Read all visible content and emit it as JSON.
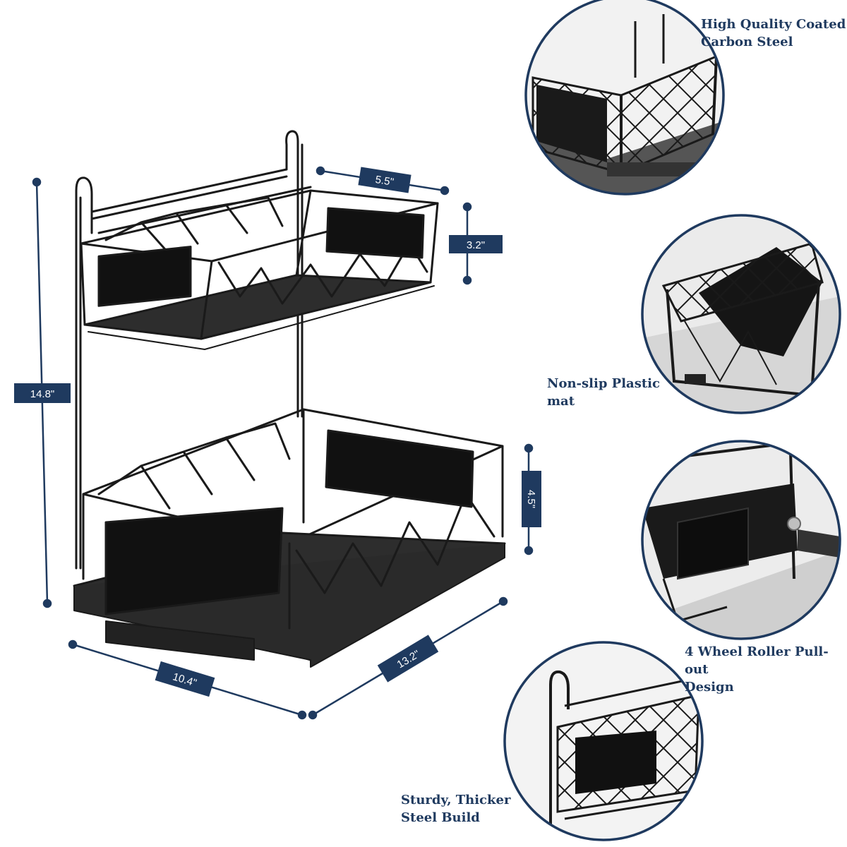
{
  "product": {
    "dimensions": {
      "height": "14.8\"",
      "width": "10.4\"",
      "depth": "13.2\"",
      "top_basket_width": "5.5\"",
      "top_basket_height": "3.2\"",
      "bottom_basket_height": "4.5\""
    },
    "features": [
      {
        "line1": "High Quality Coated",
        "line2": "Carbon Steel",
        "icon": "coated-steel-detail"
      },
      {
        "line1": "Non-slip Plastic",
        "line2": "mat",
        "icon": "plastic-mat-detail"
      },
      {
        "line1": "4 Wheel Roller Pull-out",
        "line2": "Design",
        "icon": "roller-detail"
      },
      {
        "line1": "Sturdy, Thicker",
        "line2": "Steel Build",
        "icon": "hook-detail"
      }
    ],
    "colors": {
      "accent": "#1f3a5f",
      "rack": "#1a1a1a",
      "mat": "#2b2b2b"
    }
  }
}
